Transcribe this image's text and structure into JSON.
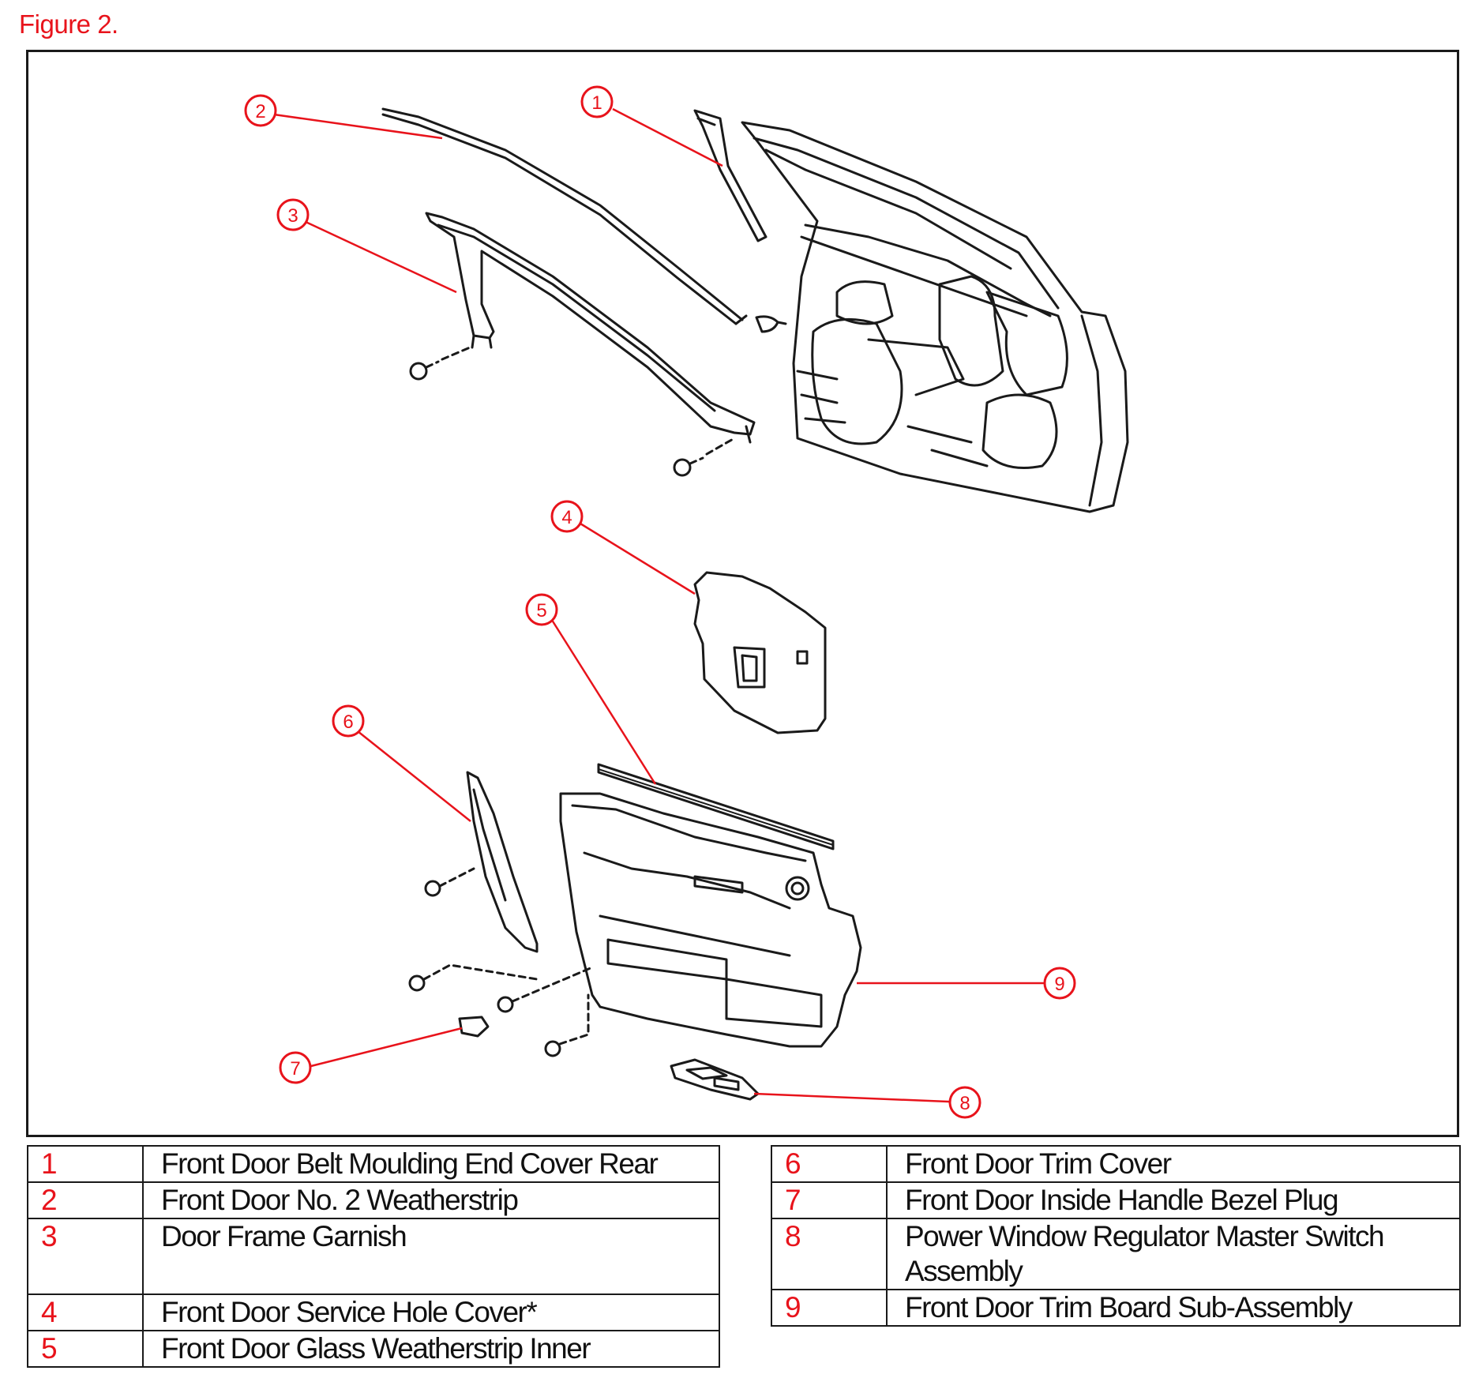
{
  "figure_title": "Figure 2.",
  "colors": {
    "callout": "#e8131b",
    "line_art": "#1a1a1a",
    "frame": "#1a1a1a"
  },
  "callouts": [
    "1",
    "2",
    "3",
    "4",
    "5",
    "6",
    "7",
    "8",
    "9"
  ],
  "legend_left": [
    {
      "num": "1",
      "name": "Front Door Belt Moulding End Cover Rear"
    },
    {
      "num": "2",
      "name": "Front Door No. 2 Weatherstrip"
    },
    {
      "num": "3",
      "name": "Door Frame Garnish"
    },
    {
      "num": "4",
      "name": "Front Door Service Hole Cover*"
    },
    {
      "num": "5",
      "name": "Front Door Glass Weatherstrip Inner"
    }
  ],
  "legend_right": [
    {
      "num": "6",
      "name": "Front Door Trim Cover"
    },
    {
      "num": "7",
      "name": "Front Door Inside Handle Bezel Plug"
    },
    {
      "num": "8",
      "name": "Power Window Regulator Master Switch Assembly"
    },
    {
      "num": "9",
      "name": "Front Door Trim Board Sub-Assembly"
    }
  ]
}
